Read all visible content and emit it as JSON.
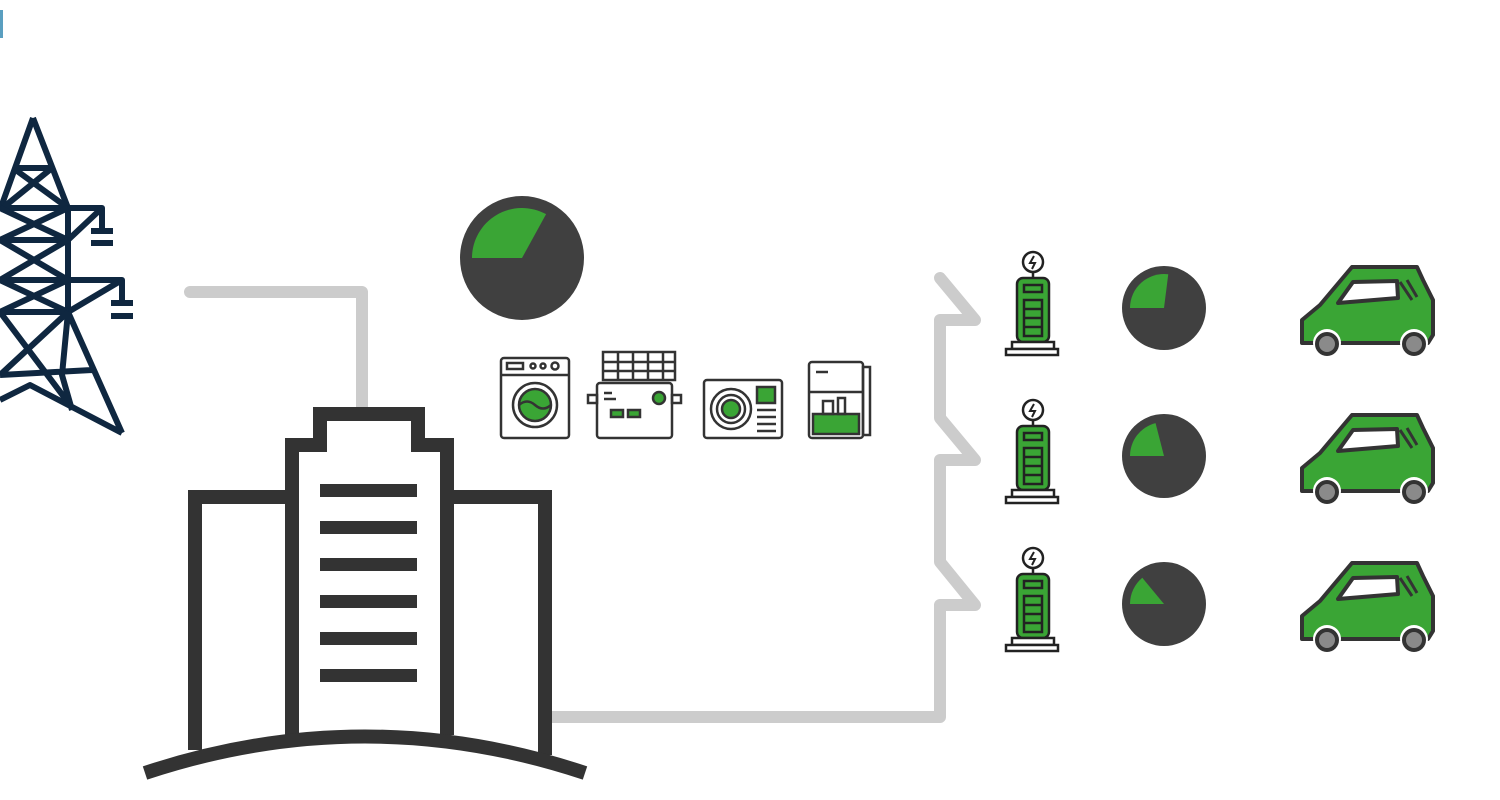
{
  "colors": {
    "tower": "#0f2740",
    "dark": "#333333",
    "pie_bg": "#404040",
    "green": "#3aa535",
    "line": "#cccccc",
    "wheel": "#8a8a8a"
  },
  "icons": [
    "power-tower-icon",
    "building-icon",
    "washing-machine-icon",
    "generator-icon",
    "air-conditioner-icon",
    "refrigerator-icon",
    "charging-station-icon",
    "car-icon"
  ],
  "building_gauge": {
    "fraction": 0.33
  },
  "chargers": [
    {
      "fraction": 0.27
    },
    {
      "fraction": 0.21
    },
    {
      "fraction": 0.14
    }
  ]
}
